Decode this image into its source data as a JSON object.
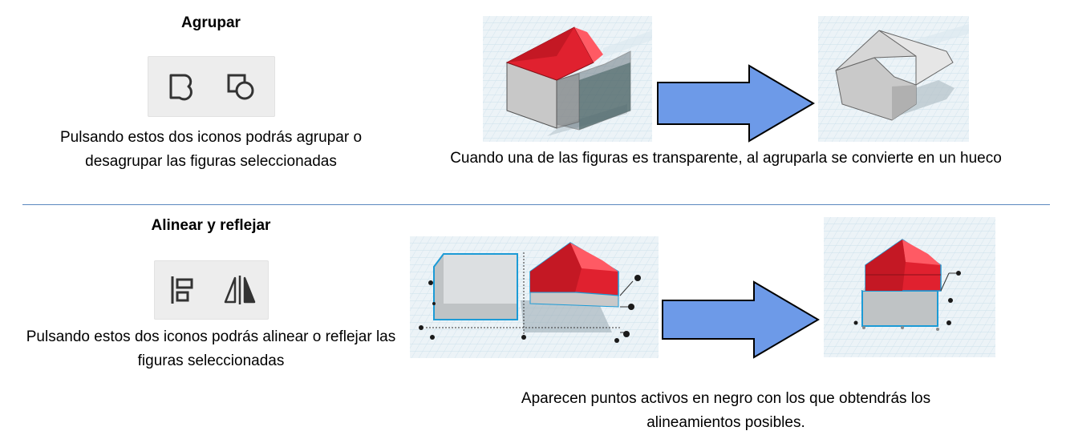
{
  "group_section": {
    "title": "Agrupar",
    "description": "Pulsando estos dos iconos podrás agrupar o desagrupar las figuras seleccionadas",
    "icons": [
      "group-icon",
      "ungroup-icon"
    ],
    "caption": "Cuando una de las figuras es transparente, al agruparla se convierte en un hueco"
  },
  "align_section": {
    "title": "Alinear y reflejar",
    "description": "Pulsando estos dos iconos podrás alinear o reflejar las figuras seleccionadas",
    "icons": [
      "align-icon",
      "mirror-icon"
    ],
    "caption": "Aparecen puntos activos en negro con los que obtendrás los alineamientos posibles."
  },
  "colors": {
    "arrow": "#6d9ae8",
    "roof_red": "#e0212f",
    "divider": "#5b88bf",
    "selection_outline": "#1c9bd6"
  }
}
